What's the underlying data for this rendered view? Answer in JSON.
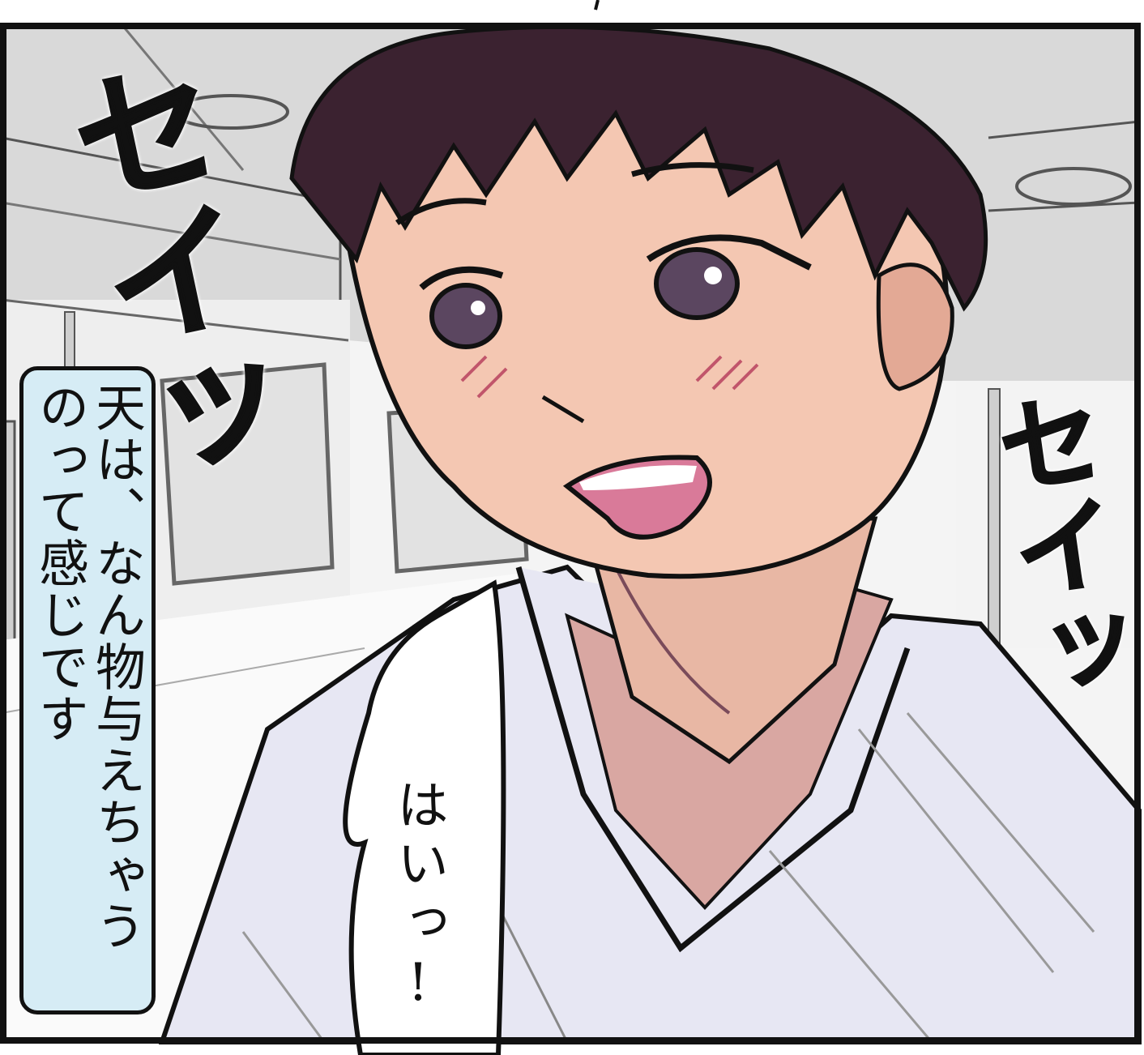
{
  "panel": {
    "caption": "天は、なん物与えちゃうのって感じです",
    "caption_lines": [
      "天は、なん物与えちゃう",
      "のって感じです"
    ],
    "speech": "はいっ!",
    "sfx_left": "セイッ",
    "sfx_right": "セイッ"
  },
  "colors": {
    "caption_bg": "#d6ecf5",
    "skin": "#f4c7b2",
    "hair": "#3b2230",
    "gi": "#e6e6f2",
    "ceiling": "#d8d8d8",
    "ink": "#111111"
  }
}
